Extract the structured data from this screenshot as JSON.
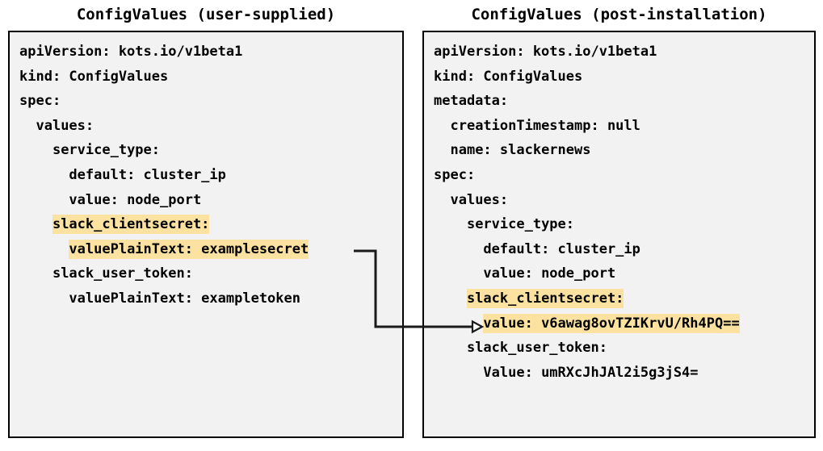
{
  "panels": {
    "left": {
      "title": "ConfigValues (user-supplied)",
      "lines": [
        {
          "indent": 0,
          "text": "apiVersion: kots.io/v1beta1",
          "highlight": false
        },
        {
          "indent": 0,
          "text": "kind: ConfigValues",
          "highlight": false
        },
        {
          "indent": 0,
          "text": "spec:",
          "highlight": false
        },
        {
          "indent": 1,
          "text": "values:",
          "highlight": false
        },
        {
          "indent": 2,
          "text": "service_type:",
          "highlight": false
        },
        {
          "indent": 3,
          "text": "default: cluster_ip",
          "highlight": false
        },
        {
          "indent": 3,
          "text": "value: node_port",
          "highlight": false
        },
        {
          "indent": 2,
          "text": "slack_clientsecret:",
          "highlight": true
        },
        {
          "indent": 3,
          "text": "valuePlainText: examplesecret",
          "highlight": true
        },
        {
          "indent": 2,
          "text": "slack_user_token:",
          "highlight": false
        },
        {
          "indent": 3,
          "text": "valuePlainText: exampletoken",
          "highlight": false
        }
      ]
    },
    "right": {
      "title": "ConfigValues (post-installation)",
      "lines": [
        {
          "indent": 0,
          "text": "apiVersion: kots.io/v1beta1",
          "highlight": false
        },
        {
          "indent": 0,
          "text": "kind: ConfigValues",
          "highlight": false
        },
        {
          "indent": 0,
          "text": "metadata:",
          "highlight": false
        },
        {
          "indent": 1,
          "text": "creationTimestamp: null",
          "highlight": false
        },
        {
          "indent": 1,
          "text": "name: slackernews",
          "highlight": false
        },
        {
          "indent": 0,
          "text": "spec:",
          "highlight": false
        },
        {
          "indent": 1,
          "text": "values:",
          "highlight": false
        },
        {
          "indent": 2,
          "text": "service_type:",
          "highlight": false
        },
        {
          "indent": 3,
          "text": "default: cluster_ip",
          "highlight": false
        },
        {
          "indent": 3,
          "text": "value: node_port",
          "highlight": false
        },
        {
          "indent": 2,
          "text": "slack_clientsecret:",
          "highlight": true
        },
        {
          "indent": 3,
          "text": "value: v6awag8ovTZIKrvU/Rh4PQ==",
          "highlight": true
        },
        {
          "indent": 2,
          "text": "slack_user_token:",
          "highlight": false
        },
        {
          "indent": 3,
          "text": "Value: umRXcJhJAl2i5g3jS4=",
          "highlight": false
        }
      ]
    }
  },
  "connector": {
    "label": "encrypted-value-mapping-arrow",
    "from_line": "valuePlainText: examplesecret",
    "to_line": "value: v6awag8ovTZIKrvU/Rh4PQ=="
  },
  "colors": {
    "highlight": "#fce2a0",
    "panel_background": "#f2f2f2",
    "panel_border": "#000000",
    "text": "#000000",
    "connector": "#1a1a1a",
    "page_background": "#ffffff"
  }
}
